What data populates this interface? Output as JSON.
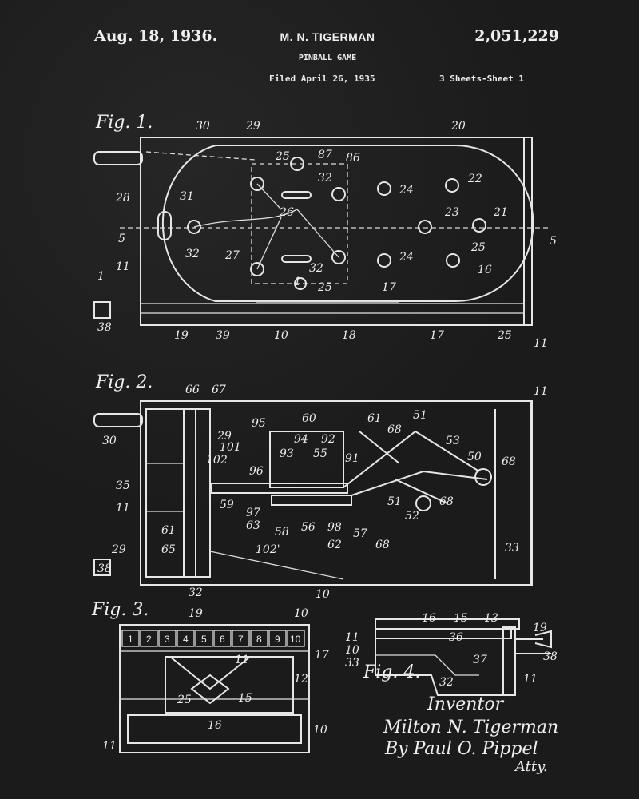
{
  "header": {
    "date": "Aug. 18, 1936.",
    "inventor": "M. N. TIGERMAN",
    "patent_number": "2,051,229",
    "title": "PINBALL GAME",
    "filed": "Filed April 26, 1935",
    "sheets": "3 Sheets-Sheet 1"
  },
  "figures": {
    "fig1": "Fig. 1.",
    "fig2": "Fig. 2.",
    "fig3": "Fig. 3.",
    "fig4": "Fig. 4."
  },
  "fig1": {
    "refs": [
      "30",
      "29",
      "20",
      "25",
      "87",
      "86",
      "32",
      "24",
      "22",
      "28",
      "31",
      "26",
      "23",
      "21",
      "5",
      "5",
      "32",
      "27",
      "24",
      "25",
      "32",
      "16",
      "11",
      "1",
      "1",
      "25",
      "17",
      "38",
      "19",
      "39",
      "10",
      "18",
      "17",
      "25",
      "11"
    ]
  },
  "fig2": {
    "refs": [
      "66",
      "67",
      "11",
      "30",
      "29",
      "95",
      "60",
      "61",
      "51",
      "101",
      "94",
      "92",
      "93",
      "55",
      "68",
      "53",
      "102",
      "96",
      "91",
      "50",
      "68",
      "35",
      "59",
      "11",
      "97",
      "51",
      "52",
      "68",
      "63",
      "58",
      "56",
      "98",
      "57",
      "61",
      "62",
      "68",
      "65",
      "33",
      "102'",
      "29",
      "38",
      "32",
      "10"
    ]
  },
  "fig3": {
    "refs": [
      "19",
      "10",
      "17",
      "11",
      "12",
      "15",
      "25",
      "16",
      "10",
      "11"
    ],
    "scoreboxes": [
      "1",
      "2",
      "3",
      "4",
      "5",
      "6",
      "7",
      "8",
      "9",
      "10"
    ]
  },
  "fig4": {
    "refs": [
      "16",
      "15",
      "13",
      "19",
      "11",
      "10",
      "33",
      "36",
      "37",
      "38",
      "32",
      "11"
    ]
  },
  "signature": {
    "inventor_label": "Inventor",
    "inventor_name": "Milton N. Tigerman",
    "attorney": "By Paul O. Pippel",
    "atty": "Atty."
  }
}
